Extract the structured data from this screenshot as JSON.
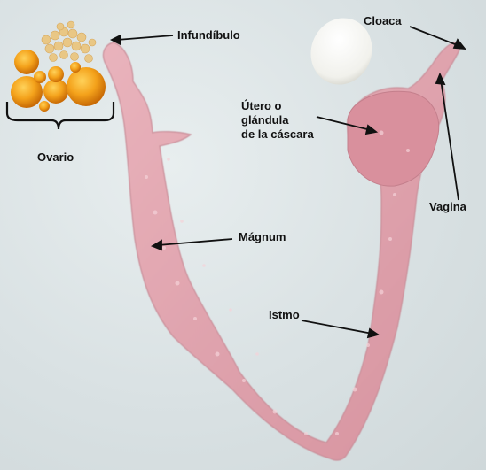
{
  "labels": {
    "infundibulo": "Infundíbulo",
    "cloaca": "Cloaca",
    "utero": [
      "Útero o",
      "glándula",
      "de la cáscara"
    ],
    "ovario": "Ovario",
    "magnum": "Mágnum",
    "vagina": "Vagina",
    "istmo": "Istmo"
  },
  "colors": {
    "tissue": "#e2a6b0",
    "tissue_dark": "#c98d98",
    "yolk": "#f4a21b",
    "yolk_dark": "#d97e06",
    "follicle": "#e9c785",
    "egg": "#f6f6f2",
    "background": "#d9e1e3",
    "text": "#111111"
  }
}
